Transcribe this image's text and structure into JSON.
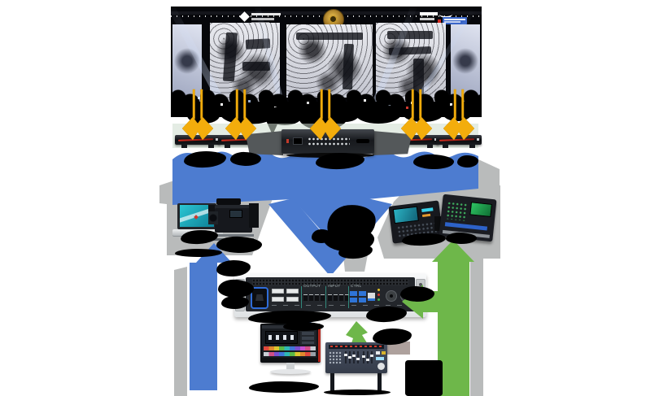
{
  "diagram": {
    "type": "led-video-system-signal-flow",
    "stage_photo": {
      "led_panels": 3,
      "side_screens": 2,
      "logos": [
        "left-sponsor-logo",
        "center-gold-emblem",
        "right-sponsor-logo"
      ]
    },
    "markers": {
      "shape": "notched-gold-diamond",
      "count": 5,
      "color": "#F3AD0C"
    },
    "sender_boxes": {
      "count": 4
    },
    "main_controller": {
      "count": 1
    },
    "source_devices": [
      "laptop",
      "cinema-camera"
    ],
    "control_consoles": {
      "count": 2
    },
    "processor_rear": {
      "section_labels": [
        "OUTPUT",
        "INPUT",
        "CTRL"
      ],
      "dvi_ports": 4,
      "hdmi_output_ports": 4,
      "hdmi_input_ports": 4,
      "usb_ports": 4,
      "ethernet_ports": 1,
      "led_indicators": 3,
      "xlr_connectors": 2
    },
    "bottom_devices": [
      "control-monitor",
      "audio-mixer"
    ],
    "flows": [
      {
        "name": "blue-flow",
        "color": "#4D7CD0"
      },
      {
        "name": "green-flow",
        "color": "#6EB74A"
      }
    ],
    "shadow_color": "#B9BBBB",
    "reflection_color": "#CEDCCE",
    "label_blobs": {
      "count": 22,
      "legible": false
    }
  }
}
